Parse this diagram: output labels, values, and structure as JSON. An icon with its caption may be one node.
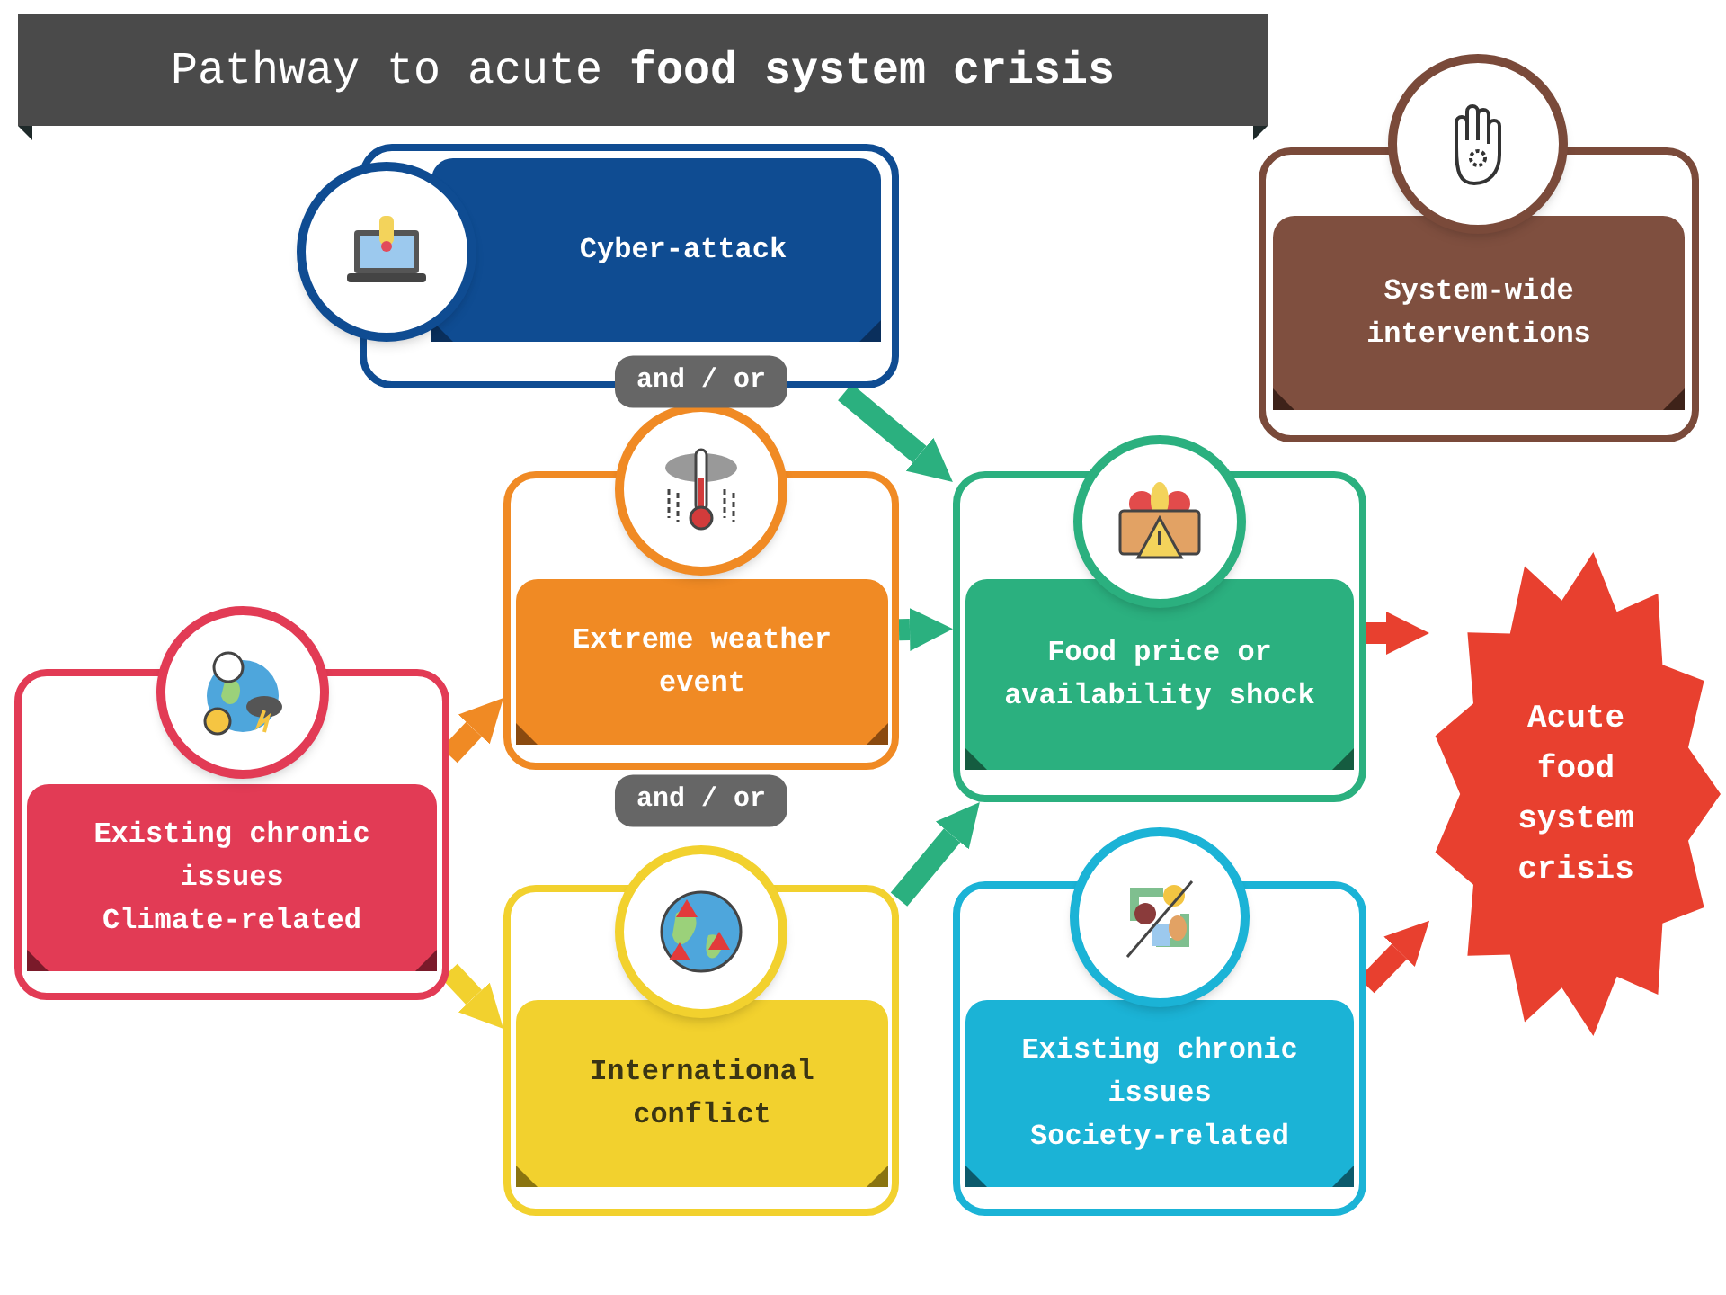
{
  "diagram": {
    "title": "Pathway to acute **food system crisis**",
    "nodes": [
      {
        "text": [
          "Cyber-attack"
        ]
      },
      {
        "text": [
          "Extreme weather event"
        ]
      },
      {
        "text": [
          "Existing chronic issues",
          "Climate-related"
        ]
      },
      {
        "text": [
          "International conflict"
        ]
      },
      {
        "text": [
          "Food price or availability shock"
        ]
      },
      {
        "text": [
          "Existing chronic issues",
          "Society-related"
        ]
      },
      {
        "text": [
          "Acute food system crisis"
        ]
      },
      {
        "text": [
          "System-wide interventions"
        ]
      }
    ],
    "edges": [
      {
        "from": 0,
        "to": 4,
        "arrow": "to"
      },
      {
        "from": 1,
        "to": 4,
        "arrow": "to"
      },
      {
        "from": 3,
        "to": 4,
        "arrow": "to"
      },
      {
        "from": 2,
        "to": 1,
        "arrow": "to",
        "color": "#f08a24"
      },
      {
        "from": 2,
        "to": 3,
        "arrow": "to",
        "color": "#f2d12e"
      },
      {
        "from": 4,
        "to": 6,
        "arrow": "to",
        "color": "#e8402f"
      },
      {
        "from": 5,
        "to": 6,
        "arrow": "to",
        "color": "#e8402f"
      }
    ],
    "labels": [
      "and / or",
      "and / or"
    ]
  }
}
